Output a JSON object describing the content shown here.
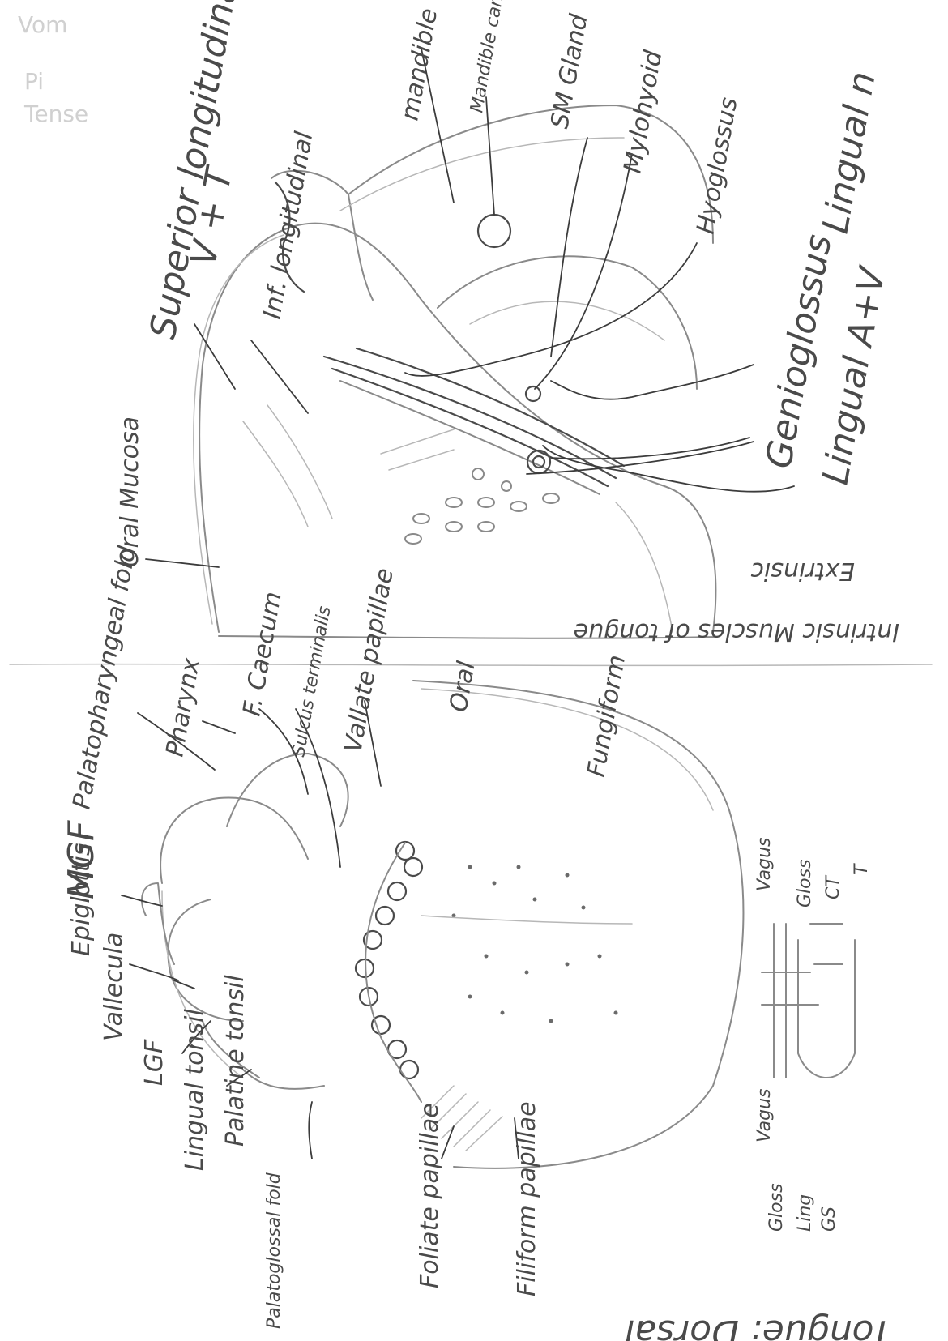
{
  "page": {
    "title": "Tongue: Dorsal",
    "ghost_text": [
      "Vom",
      "Pi",
      "Tense"
    ]
  },
  "dorsal_view": {
    "labels": {
      "epiglottis": "Epiglottis",
      "vallecula": "Vallecula",
      "mgf": "MGF",
      "lgf": "LGF",
      "lingual_tonsil": "Lingual tonsil",
      "palatine_tonsil": "Palatine tonsil",
      "palatoglossal_fold": "Palatoglossal fold",
      "palatopharyngeal_fold": "Palatopharyngeal fold",
      "pharynx": "Pharynx",
      "f_caecum": "F. Caecum",
      "sulcus_terminalis": "Sulcus terminalis",
      "vallate_papillae": "Vallate papillae",
      "oral": "Oral",
      "fungiform": "Fungiform",
      "foliate_papillae": "Foliate papillae",
      "filiform_papillae": "Filiform papillae"
    },
    "innervation_legend": {
      "vagus_left": "Vagus",
      "gloss_left": "Gloss",
      "ling_left": "Ling",
      "gs": "GS",
      "vagus_right": "Vagus",
      "gloss_right": "Gloss",
      "ct": "CT",
      "t": "T"
    }
  },
  "section_view": {
    "labels": {
      "oral_mucosa": "Oral Mucosa",
      "superior_longitudinal": "Superior longitudinal",
      "v_t": "V + T",
      "inferior_longitudinal": "Inf. longitudinal",
      "mandible": "mandible",
      "mandible_canal": "Mandible canal",
      "sm_gland": "SM Gland",
      "mylohyoid": "Mylohyoid",
      "hyoglossus": "Hyoglossus",
      "genioglossus": "Genioglossus",
      "lingual_a_v": "Lingual A+V",
      "lingual_nerve": "Lingual n",
      "intrinsic_muscles": "Intrinsic Muscles of tongue",
      "extrinsic": "Extrinsic"
    }
  }
}
